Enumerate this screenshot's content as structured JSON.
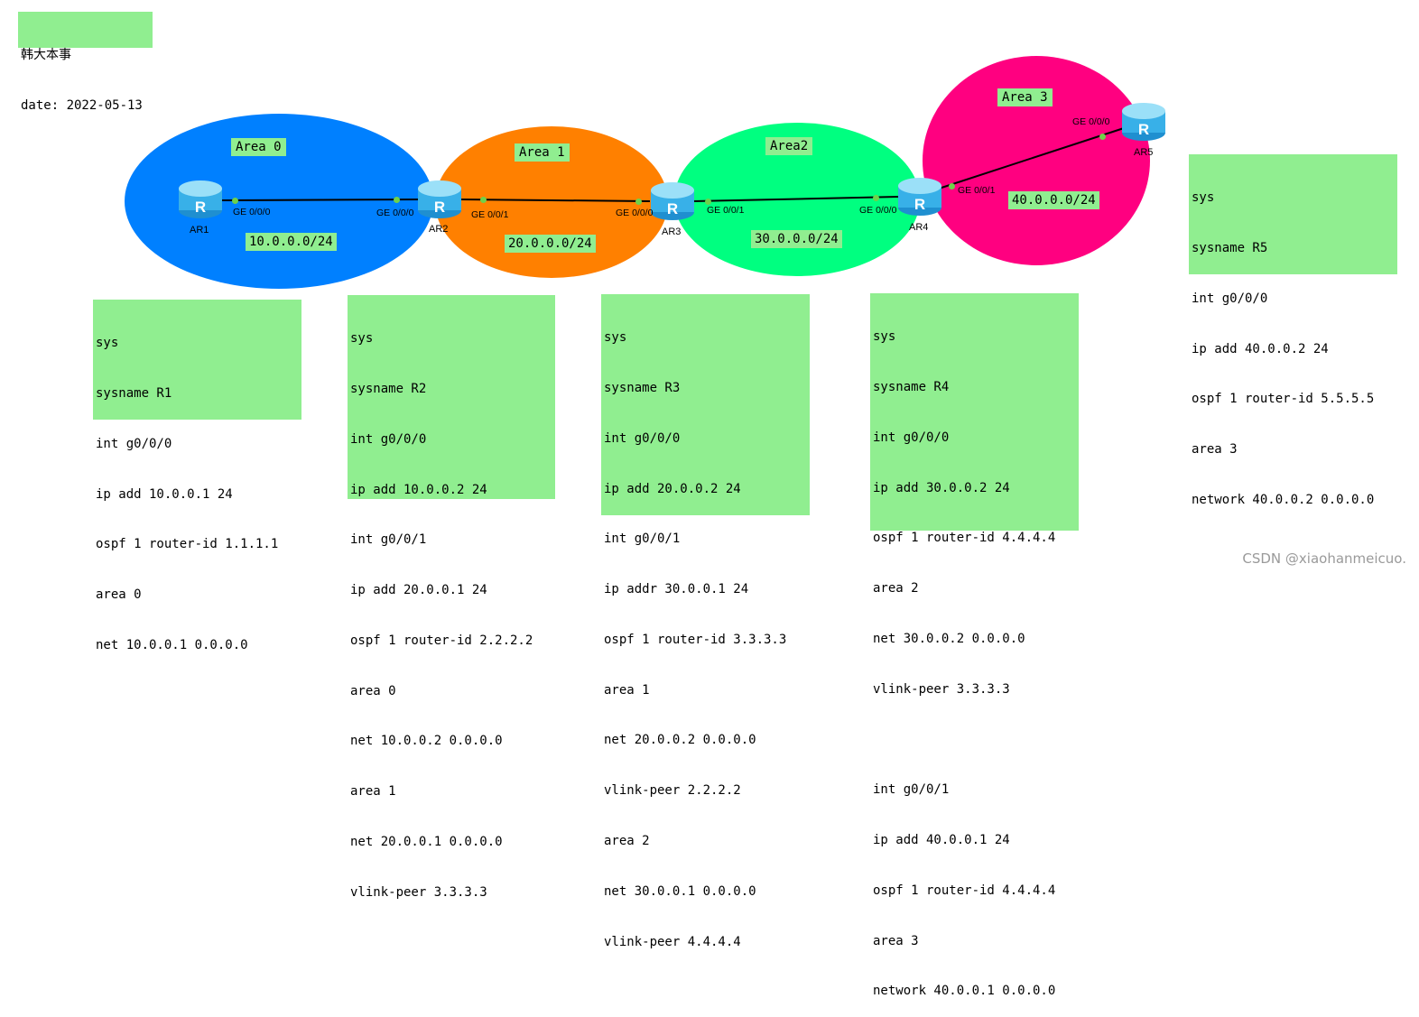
{
  "header": {
    "title": "韩大本事",
    "date": "date: 2022-05-13"
  },
  "areas": [
    {
      "label": "Area 0",
      "color": "#0080FF"
    },
    {
      "label": "Area 1",
      "color": "#FF8000"
    },
    {
      "label": "Area2",
      "color": "#00FF80"
    },
    {
      "label": "Area 3",
      "color": "#FF0080"
    }
  ],
  "networks": [
    "10.0.0.0/24",
    "20.0.0.0/24",
    "30.0.0.0/24",
    "40.0.0.0/24"
  ],
  "routers": [
    "AR1",
    "AR2",
    "AR3",
    "AR4",
    "AR5"
  ],
  "interfaces": {
    "ar1_g000": "GE 0/0/0",
    "ar2_g000": "GE 0/0/0",
    "ar2_g001": "GE 0/0/1",
    "ar3_g000": "GE 0/0/0",
    "ar3_g001": "GE 0/0/1",
    "ar4_g000": "GE 0/0/0",
    "ar4_g001": "GE 0/0/1",
    "ar5_g000": "GE 0/0/0"
  },
  "configs": {
    "r1": [
      "sys",
      "sysname R1",
      "int g0/0/0",
      "ip add 10.0.0.1 24",
      "ospf 1 router-id 1.1.1.1",
      "area 0",
      "net 10.0.0.1 0.0.0.0"
    ],
    "r2": [
      "sys",
      "sysname R2",
      "int g0/0/0",
      "ip add 10.0.0.2 24",
      "int g0/0/1",
      "ip add 20.0.0.1 24",
      "ospf 1 router-id 2.2.2.2",
      "area 0",
      "net 10.0.0.2 0.0.0.0",
      "area 1",
      "net 20.0.0.1 0.0.0.0",
      "vlink-peer 3.3.3.3"
    ],
    "r3": [
      "sys",
      "sysname R3",
      "int g0/0/0",
      "ip add 20.0.0.2 24",
      "int g0/0/1",
      "ip addr 30.0.0.1 24",
      "ospf 1 router-id 3.3.3.3",
      "area 1",
      "net 20.0.0.2 0.0.0.0",
      "vlink-peer 2.2.2.2",
      "area 2",
      "net 30.0.0.1 0.0.0.0",
      "vlink-peer 4.4.4.4"
    ],
    "r4": [
      "sys",
      "sysname R4",
      "int g0/0/0",
      "ip add 30.0.0.2 24",
      "ospf 1 router-id 4.4.4.4",
      "area 2",
      "net 30.0.0.2 0.0.0.0",
      "vlink-peer 3.3.3.3",
      "",
      "int g0/0/1",
      "ip add 40.0.0.1 24",
      "ospf 1 router-id 4.4.4.4",
      "area 3",
      "network 40.0.0.1 0.0.0.0"
    ],
    "r5": [
      "sys",
      "sysname R5",
      "int g0/0/0",
      "ip add 40.0.0.2 24",
      "ospf 1 router-id 5.5.5.5",
      "area 3",
      "network 40.0.0.2 0.0.0.0"
    ]
  },
  "watermark": "CSDN @xiaohanmeicuo."
}
